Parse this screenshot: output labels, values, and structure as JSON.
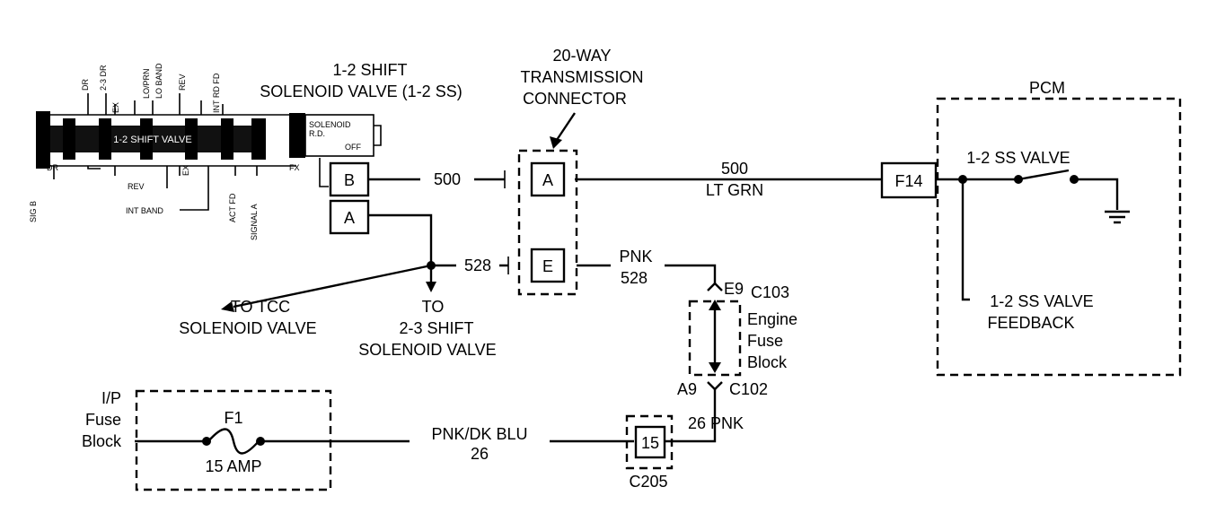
{
  "valve": {
    "title_line1": "1-2 SHIFT",
    "title_line2": "SOLENOID VALVE (1-2 SS)",
    "spool_label": "1-2 SHIFT VALVE",
    "solenoid_text1": "SOLENOID",
    "solenoid_text2": "R.D.",
    "solenoid_text3": "OFF",
    "port_labels_top": [
      "DR",
      "2-3 DR",
      "EX",
      "LO/PRN",
      "LO BAND",
      "REV",
      "INT RD FD"
    ],
    "port_labels_bottom": [
      "SIG B",
      "DR",
      "REV",
      "EX",
      "INT BAND",
      "ACT FD",
      "SIGNAL A",
      "FX"
    ],
    "pin_b": "B",
    "pin_a": "A"
  },
  "connector": {
    "title_line1": "20-WAY",
    "title_line2": "TRANSMISSION",
    "title_line3": "CONNECTOR",
    "pin_a": "A",
    "pin_e": "E"
  },
  "wires": {
    "w500": "500",
    "w500_line1": "500",
    "w500_line2": "LT GRN",
    "w528": "528",
    "pnk_line1": "PNK",
    "pnk_line2": "528",
    "pnk_dkblu_line1": "PNK/DK BLU",
    "pnk_dkblu_line2": "26",
    "pnk26": "26 PNK"
  },
  "destinations": {
    "tcc_line1": "TO TCC",
    "tcc_line2": "SOLENOID VALVE",
    "shift23_line1": "TO",
    "shift23_line2": "2-3 SHIFT",
    "shift23_line3": "SOLENOID VALVE"
  },
  "engine_fuse_block": {
    "e9": "E9",
    "c103": "C103",
    "label_line1": "Engine",
    "label_line2": "Fuse",
    "label_line3": "Block",
    "a9": "A9",
    "c102": "C102"
  },
  "ip_fuse_block": {
    "label_line1": "I/P",
    "label_line2": "Fuse",
    "label_line3": "Block",
    "fuse": "F1",
    "rating": "15 AMP"
  },
  "c205": {
    "pin": "15",
    "label": "C205"
  },
  "pcm": {
    "title": "PCM",
    "pin": "F14",
    "valve_label": "1-2 SS VALVE",
    "feedback_line1": "1-2 SS VALVE",
    "feedback_line2": "FEEDBACK"
  }
}
